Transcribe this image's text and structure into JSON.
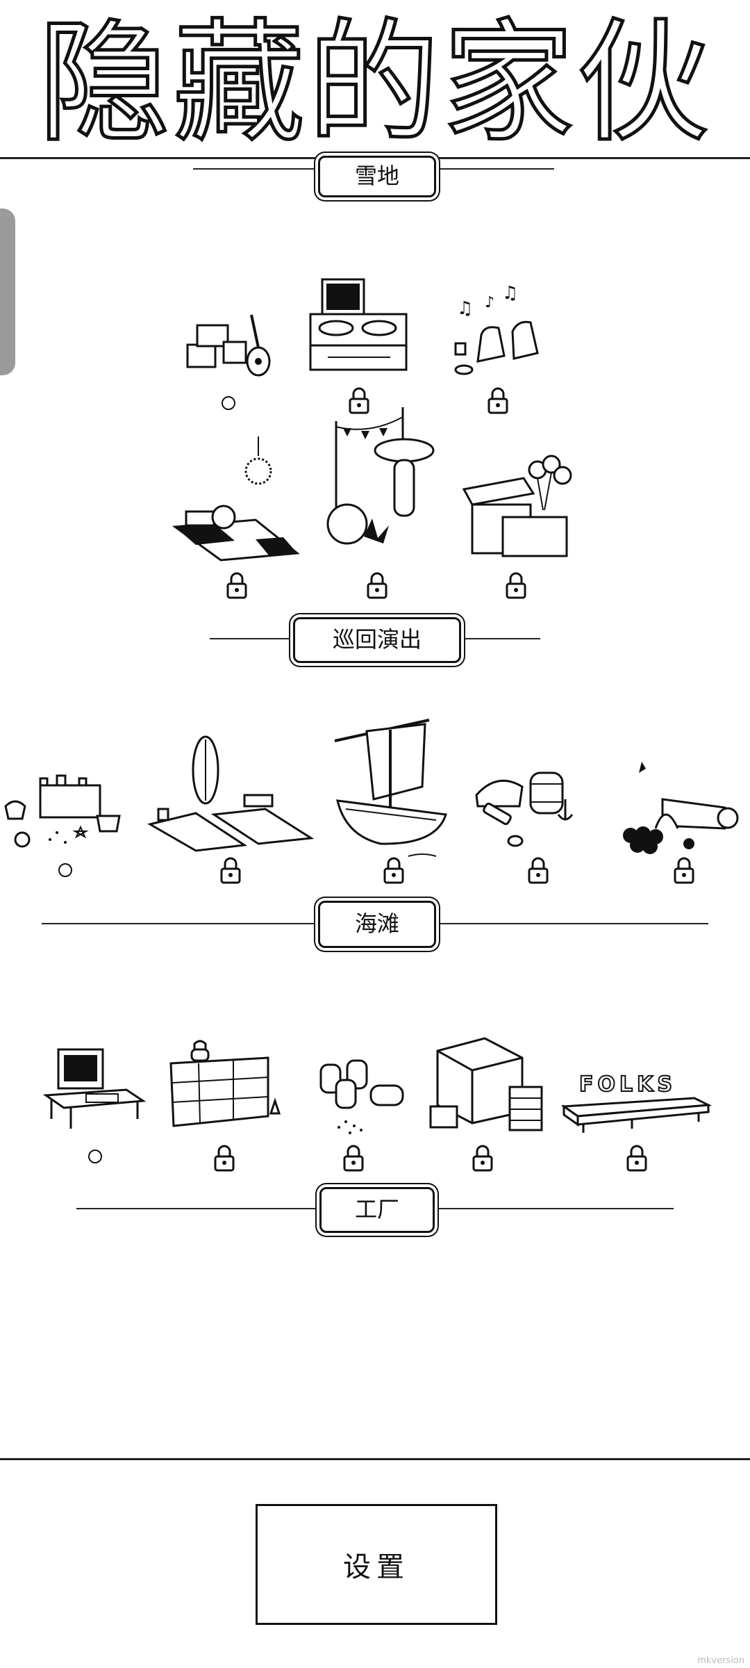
{
  "title": "隐藏的家伙",
  "sections": {
    "snow": {
      "label": "雪地"
    },
    "tour": {
      "label": "巡回演出"
    },
    "beach": {
      "label": "海滩"
    },
    "factory": {
      "label": "工厂"
    }
  },
  "settings_label": "设置",
  "watermark": "mkversion",
  "levels": {
    "snow": [
      {
        "name": "boxes-guitar",
        "state": "available"
      },
      {
        "name": "dj-turntables",
        "state": "locked"
      },
      {
        "name": "car-seats-music",
        "state": "locked"
      }
    ],
    "tour": [
      {
        "name": "picnic-disco",
        "state": "locked"
      },
      {
        "name": "stage-tuba",
        "state": "locked"
      },
      {
        "name": "market-balloons",
        "state": "locked"
      }
    ],
    "beach": [
      {
        "name": "sandcastle",
        "state": "available"
      },
      {
        "name": "towels-surfboard",
        "state": "locked"
      },
      {
        "name": "sailboat",
        "state": "locked"
      },
      {
        "name": "barrels-crab",
        "state": "locked"
      },
      {
        "name": "cannon",
        "state": "locked"
      }
    ],
    "factory": [
      {
        "name": "computer-desk",
        "state": "available"
      },
      {
        "name": "drawers",
        "state": "locked"
      },
      {
        "name": "oil-barrels",
        "state": "locked"
      },
      {
        "name": "cargo-box",
        "state": "locked"
      },
      {
        "name": "folks-sign",
        "state": "locked"
      }
    ]
  }
}
